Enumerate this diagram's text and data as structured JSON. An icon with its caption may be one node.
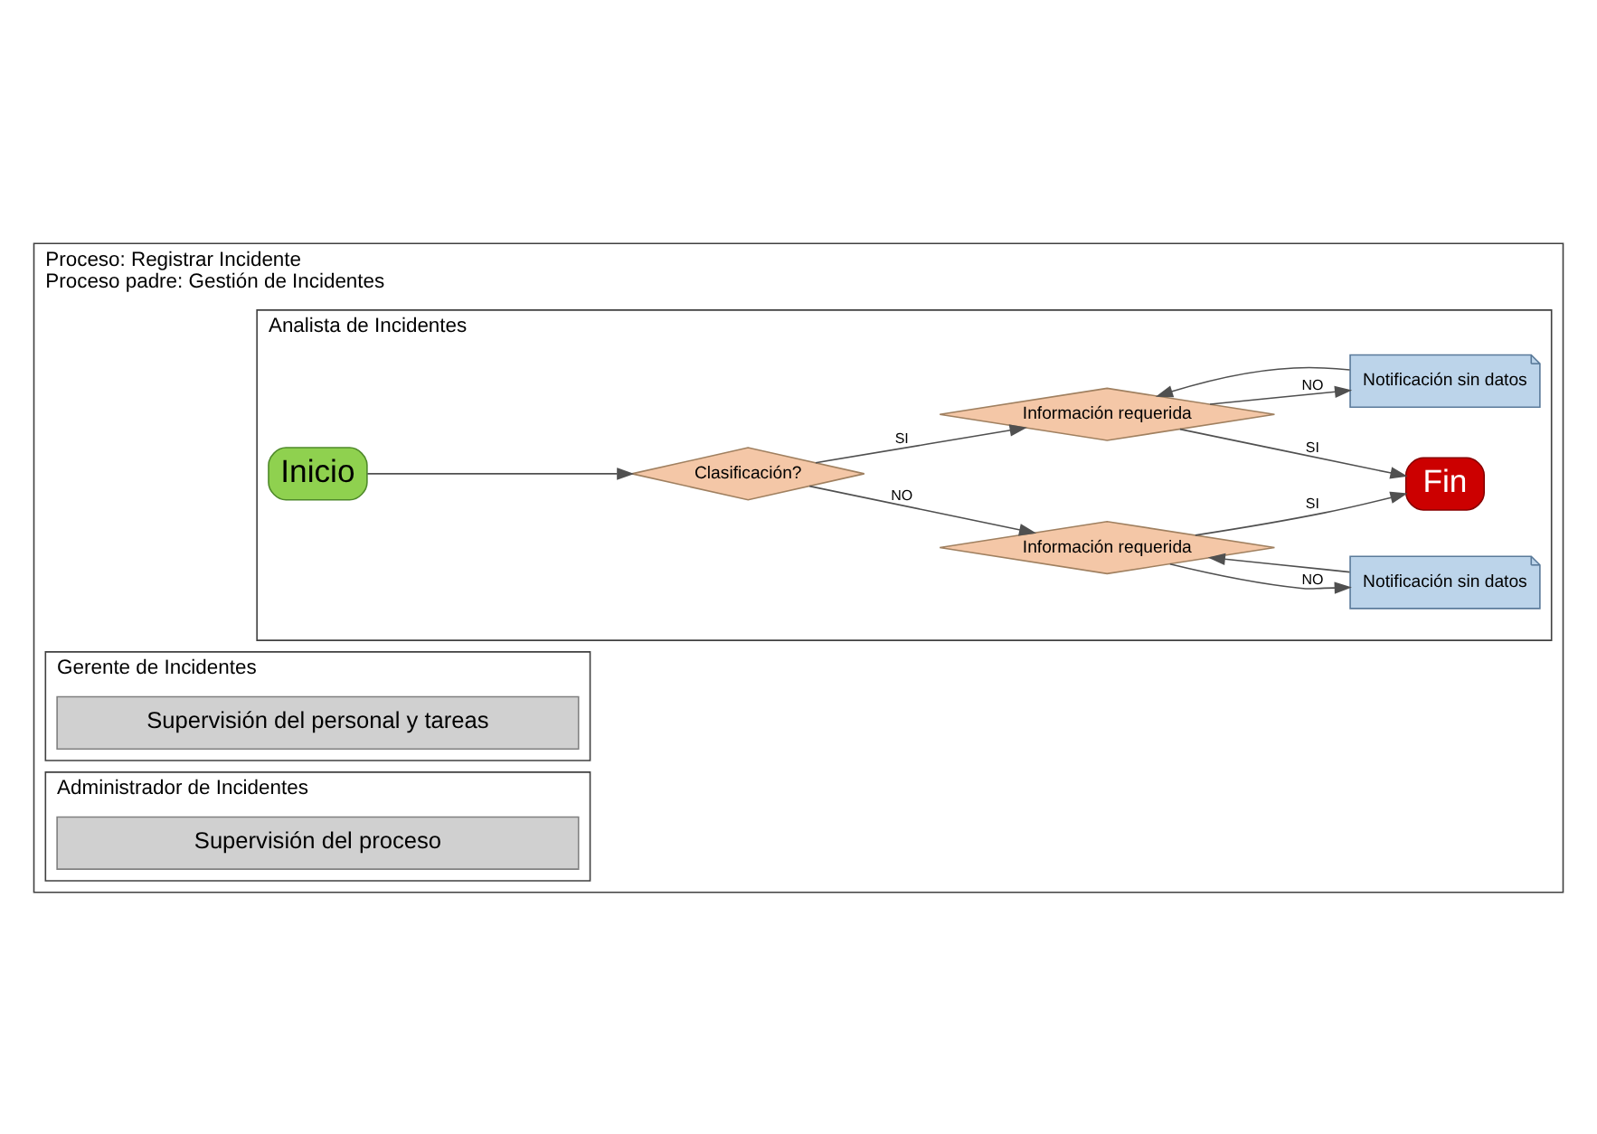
{
  "diagram": {
    "nodes": [
      {
        "text": [
          "Proceso: Registrar Incidente",
          "Proceso padre: Gestión de Incidentes"
        ]
      },
      {
        "text": [
          "Analista de Incidentes"
        ],
        "in": 0
      },
      {
        "text": [
          "Inicio"
        ],
        "in": 1
      },
      {
        "text": [
          "Clasificación?"
        ],
        "in": 1
      },
      {
        "text": [
          "Información requerida"
        ],
        "in": 1
      },
      {
        "text": [
          "Notificación sin datos"
        ],
        "in": 1
      },
      {
        "text": [
          "Información requerida"
        ],
        "in": 1
      },
      {
        "text": [
          "Notificación sin datos"
        ],
        "in": 1
      },
      {
        "text": [
          "Fin"
        ],
        "in": 1
      },
      {
        "text": [
          "Gerente de Incidentes"
        ],
        "in": 0
      },
      {
        "text": [
          "Supervisión del personal y tareas"
        ],
        "in": 9
      },
      {
        "text": [
          "Administrador de Incidentes"
        ],
        "in": 0
      },
      {
        "text": [
          "Supervisión del proceso"
        ],
        "in": 11
      }
    ],
    "edges": [
      {
        "from": 2,
        "to": 3,
        "arrow": "to"
      },
      {
        "from": 3,
        "to": 6,
        "arrow": "to",
        "label": "SI"
      },
      {
        "from": 3,
        "to": 4,
        "arrow": "to",
        "label": "NO"
      },
      {
        "from": 4,
        "to": 8,
        "arrow": "to",
        "label": "SI"
      },
      {
        "from": 4,
        "to": 5,
        "arrow": "to",
        "label": "NO"
      },
      {
        "from": 5,
        "to": 4,
        "arrow": "to"
      },
      {
        "from": 6,
        "to": 8,
        "arrow": "to",
        "label": "SI"
      },
      {
        "from": 6,
        "to": 7,
        "arrow": "to",
        "label": "NO"
      },
      {
        "from": 7,
        "to": 6,
        "arrow": "to"
      }
    ]
  }
}
